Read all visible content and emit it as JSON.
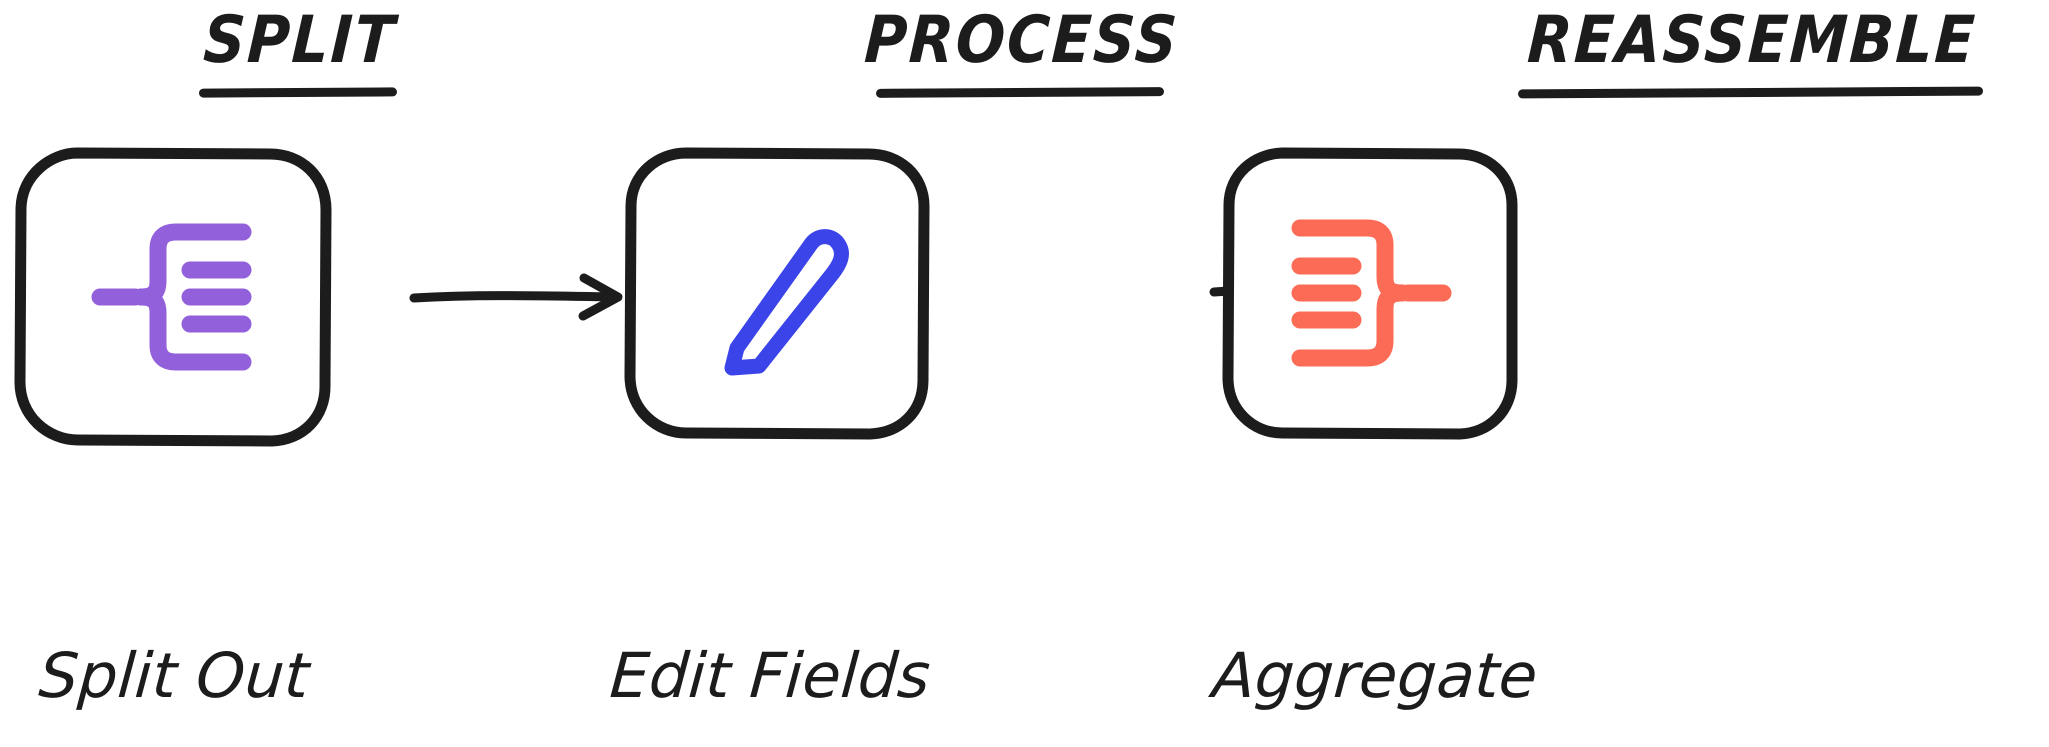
{
  "diagram": {
    "title": "Split Process Reassemble workflow",
    "background_color": "#ffffff",
    "stroke_color": "#1c1c1c"
  },
  "stages": [
    {
      "heading": "SPLIT",
      "caption": "Split Out",
      "icon_name": "split-out-icon",
      "icon_color": "#9360DB"
    },
    {
      "heading": "PROCESS",
      "caption": "Edit Fields",
      "icon_name": "pencil-icon",
      "icon_color": "#3B44E8"
    },
    {
      "heading": "REASSEMBLE",
      "caption": "Aggregate",
      "icon_name": "aggregate-icon",
      "icon_color": "#FB6B55"
    }
  ],
  "connectors": [
    {
      "name": "arrow-split-to-process",
      "from": "Split Out",
      "to": "Edit Fields"
    },
    {
      "name": "arrow-process-to-aggregate",
      "from": "Edit Fields",
      "to": "Aggregate"
    }
  ]
}
